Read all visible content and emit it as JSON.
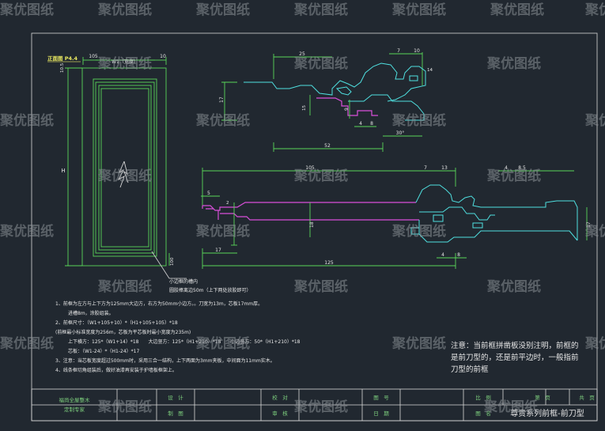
{
  "watermark": "聚优图纸",
  "door": {
    "title": "正面图 P4.4",
    "w_label": "W1（宽度）",
    "h_label": "H",
    "dim_top_left": "105",
    "dim_top_right": "10",
    "dim_side_top": "10.5",
    "dim_bottom": "100",
    "leader_line1": "小边框的槽内",
    "leader_line2": "圆胶棒离边50m（上下两处放胶即可）"
  },
  "profile_top": {
    "d25": "25",
    "d7": "7",
    "d10": "10",
    "d14": "14",
    "d17": "17",
    "d15": "15",
    "d9": "9",
    "d4": "4",
    "d8": "8",
    "d30": "30°",
    "d52": "52"
  },
  "profile_bottom": {
    "d105": "105",
    "d7": "7",
    "d13": "13",
    "d5": "5",
    "d2": "2",
    "d18": "18",
    "d17": "17",
    "d125": "125",
    "d4": "4",
    "d8": "8",
    "d85": "8.5",
    "d17r": "17"
  },
  "notes": [
    "1、前框为左方与上下方为125mm大边方，右方为50mm小边方。。刀宽为13m，芯板17mm厚。",
    "进槽8m，涂胶组装。",
    "2、前框尺寸：（W1+105+10）*（H1+105+105）*18",
    "(前框最小标准宽度为256m，芯板为平芯板时最小宽度为235m)",
    "上下横方：125*（W1+14）*18　　大边竖方：125*（H1+210）*18　　小边竖方：50*（H1+210）*18",
    "芯板：（W1-24）*（H1-24）*17",
    "3、注意：当芯板宽度超过500mm时，采用三合一结构，上下两面为3mm夹板，中间面为11mm实木。",
    "4、线条框切角组装后，做好油漆再安装于护墙板框架上。"
  ],
  "remark": {
    "line1": "注意：当前框拼凿板没别注明，前框的",
    "line2": "是前刀型的，还是前平边时，一般指前",
    "line3": "刀型的前框"
  },
  "titleblock": {
    "company_line1": "福尚全屋整木",
    "company_line2": "定制专家",
    "design": "设　计",
    "drawing": "制　图",
    "check": "校　对",
    "review": "审　核",
    "drawing_no": "图　号",
    "date": "日　期",
    "scale": "比　例",
    "name": "图　名",
    "page": "第　页",
    "total": "共　页",
    "title": "尊贵系列前框-前刀型"
  }
}
